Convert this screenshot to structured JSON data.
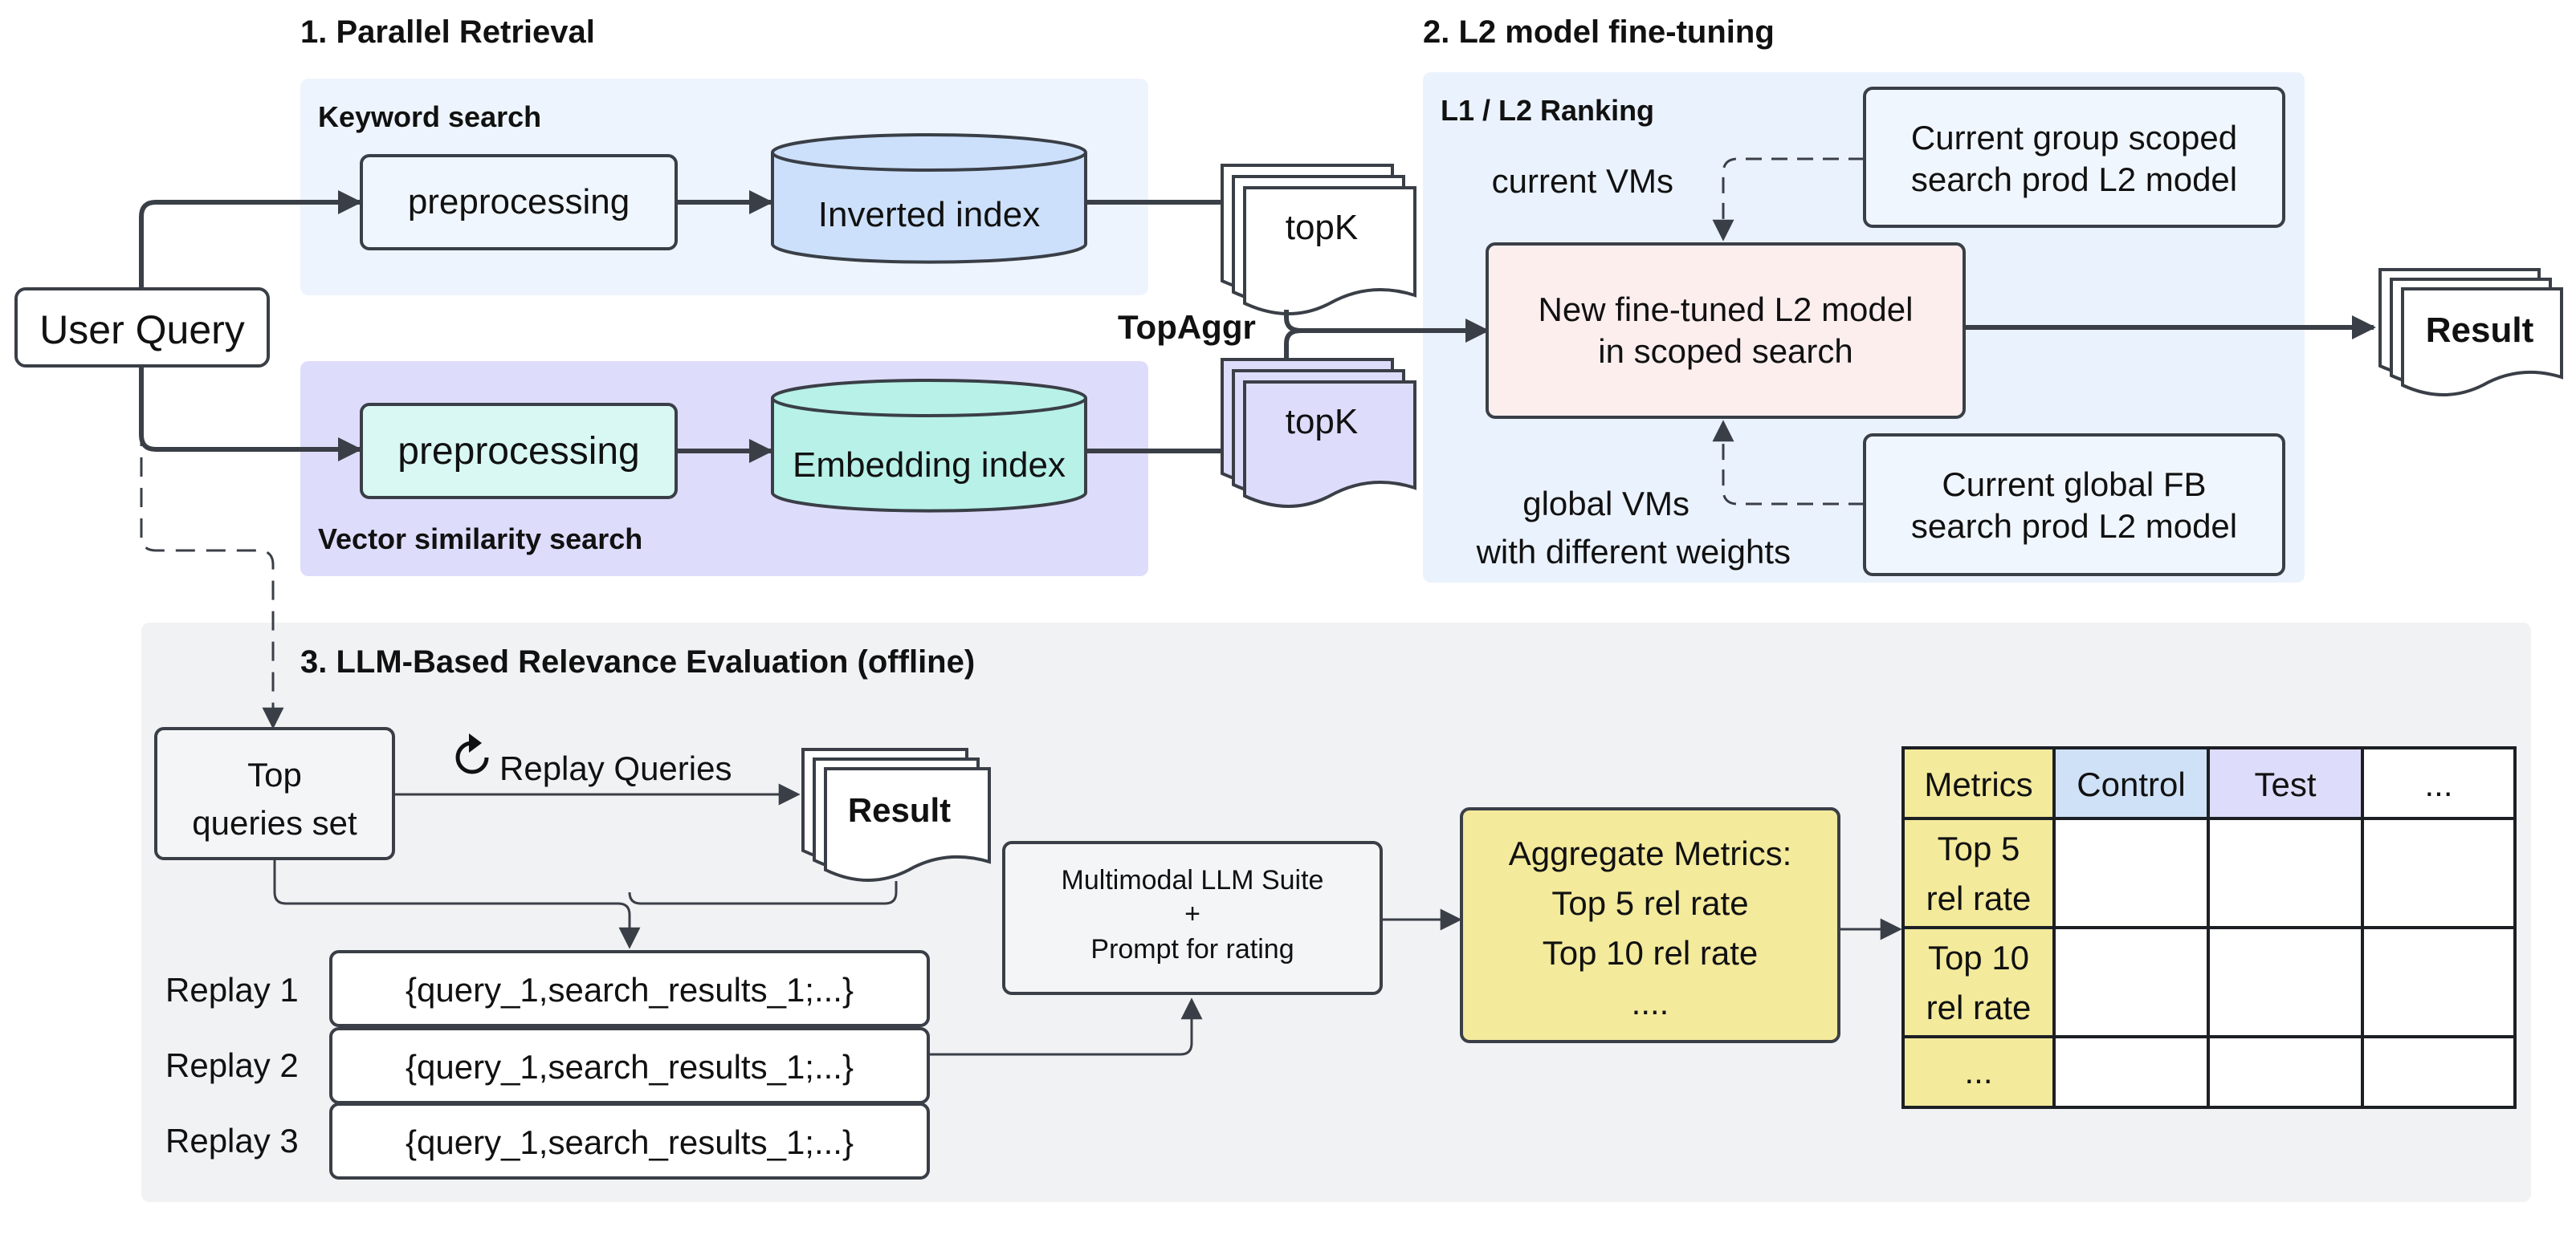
{
  "sections": {
    "retrieval_title": "1. Parallel Retrieval",
    "finetune_title": "2. L2 model fine-tuning",
    "eval_title": "3.  LLM-Based Relevance Evaluation (offline)"
  },
  "retrieval": {
    "user_query": "User Query",
    "keyword": {
      "label": "Keyword search",
      "preprocessing": "preprocessing",
      "index": "Inverted index",
      "topk": "topK"
    },
    "vector": {
      "label": "Vector similarity search",
      "preprocessing": "preprocessing",
      "index": "Embedding index",
      "topk": "topK"
    },
    "aggregator": "TopAggr"
  },
  "ranking": {
    "label": "L1 / L2 Ranking",
    "current_vms": "current VMs",
    "group_model": [
      "Current group scoped",
      "search prod L2 model"
    ],
    "new_model": [
      "New fine-tuned L2 model",
      "in scoped search"
    ],
    "global_vms": [
      "global VMs",
      "with different weights"
    ],
    "global_model": [
      "Current global FB",
      "search prod L2 model"
    ],
    "result": "Result"
  },
  "evaluation": {
    "top_queries": [
      "Top",
      "queries set"
    ],
    "replay_label": "Replay Queries",
    "replay_icon": "refresh-icon",
    "result": "Result",
    "replays": [
      {
        "label": "Replay 1",
        "value": "{query_1,search_results_1;...}"
      },
      {
        "label": "Replay 2",
        "value": "{query_1,search_results_1;...}"
      },
      {
        "label": "Replay 3",
        "value": "{query_1,search_results_1;...}"
      }
    ],
    "llm_suite": [
      "Multimodal LLM Suite",
      "+",
      "Prompt for rating"
    ],
    "aggregate": [
      "Aggregate Metrics:",
      "Top 5 rel rate",
      "Top 10 rel rate",
      "...."
    ],
    "table": {
      "headers": [
        "Metrics",
        "Control",
        "Test",
        "..."
      ],
      "rows": [
        [
          "Top 5",
          "rel rate"
        ],
        [
          "Top 10",
          "rel rate"
        ],
        [
          "..."
        ]
      ]
    }
  },
  "colors": {
    "line": "#3a3f47",
    "retrieval_panel": "#edf4fd",
    "vector_panel": "#dedcfb",
    "ranking_panel": "#eaf2fd",
    "eval_panel": "#f1f2f4",
    "inverted_index": "#cce0fb",
    "embedding_index": "#b7f1e8",
    "vector_preprocessing": "#d9f8f3",
    "new_model": "#fdeeee",
    "aggregate": "#f3ea9c",
    "control": "#cfe1f7",
    "test": "#dedcfb"
  }
}
